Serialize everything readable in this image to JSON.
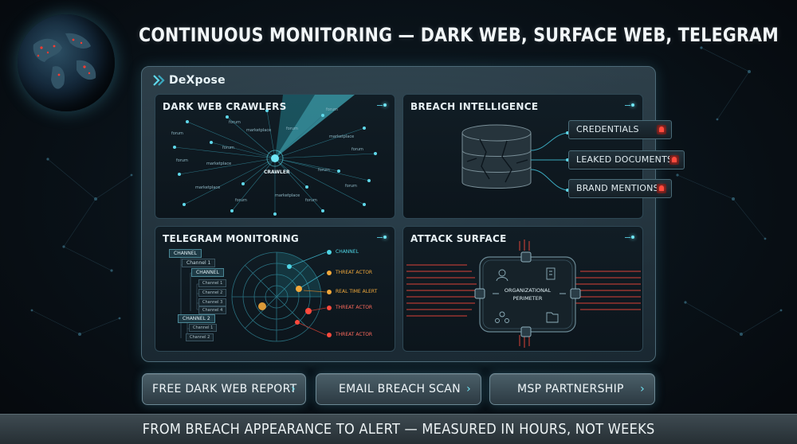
{
  "page": {
    "title": "CONTINUOUS MONITORING — DARK WEB, SURFACE WEB, TELEGRAM",
    "footer": "FROM BREACH APPEARANCE TO ALERT — MEASURED IN HOURS, NOT WEEKS"
  },
  "dashboard": {
    "brand": "DeXpose",
    "brand_icon": "dexpose-logo-icon"
  },
  "dark_web_crawlers": {
    "title": "DARK WEB CRAWLERS",
    "center_label": "CRAWLER",
    "sites": [
      "forum",
      "marketplace",
      "forum",
      "marketplace",
      "forum",
      "forum",
      "marketplace",
      "forum",
      "marketplace",
      "forum",
      "forum",
      "forum",
      "marketplace",
      "forum",
      "forum",
      "forum"
    ]
  },
  "breach_intelligence": {
    "title": "BREACH INTELLIGENCE",
    "items": [
      "CREDENTIALS",
      "LEAKED DOCUMENTS",
      "BRAND MENTIONS"
    ],
    "alert_icon": "alarm-icon"
  },
  "telegram_monitoring": {
    "title": "TELEGRAM MONITORING",
    "tree": [
      "CHANNEL",
      "Channel 1",
      "CHANNEL",
      "Channel 1",
      "Channel 2",
      "Channel 3",
      "Channel 4",
      "CHANNEL 2",
      "Channel 1",
      "Channel 2"
    ],
    "legend": [
      {
        "label": "CHANNEL",
        "color": "#4fd6e6"
      },
      {
        "label": "THREAT ACTOR",
        "color": "#f2a93b"
      },
      {
        "label": "REAL TIME ALERT",
        "color": "#f2a93b"
      },
      {
        "label": "THREAT ACTOR",
        "color": "#ff4a3d"
      },
      {
        "label": "THREAT ACTOR",
        "color": "#ff4a3d"
      }
    ]
  },
  "attack_surface": {
    "title": "ATTACK SURFACE",
    "center_line1": "ORGANIZATIONAL",
    "center_line2": "PERIMETER",
    "threat_color": "#ff4a3d"
  },
  "cta_buttons": [
    {
      "label": "FREE DARK WEB REPORT",
      "icon": "chevron-right-icon"
    },
    {
      "label": "EMAIL BREACH SCAN",
      "icon": "chevron-right-icon"
    },
    {
      "label": "MSP PARTNERSHIP",
      "icon": "chevron-right-icon"
    }
  ],
  "colors": {
    "accent": "#4fd6e6",
    "alert": "#ff4a3d",
    "warning": "#f2a93b"
  }
}
